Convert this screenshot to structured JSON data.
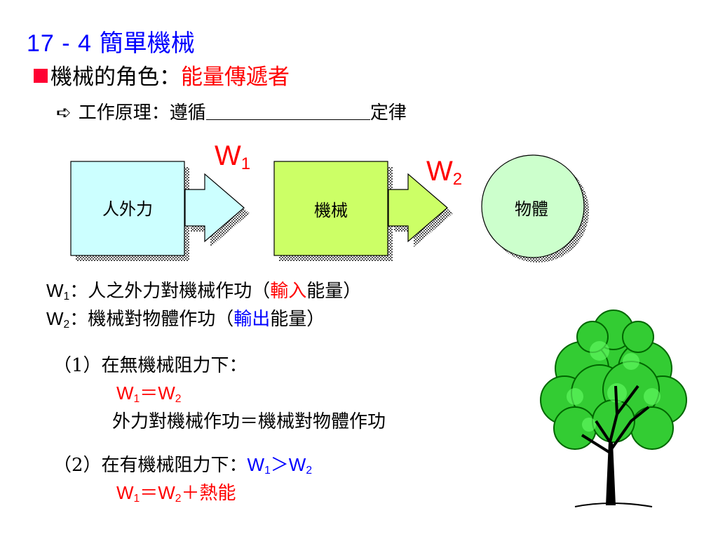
{
  "title": {
    "number": "17 - 4",
    "text": "簡單機械"
  },
  "bullet": {
    "label": "機械的角色：",
    "highlight": "能量傳遞者"
  },
  "principle": {
    "arrow": "➪",
    "before": "工作原理：遵循",
    "after": "定律"
  },
  "diagram": {
    "box1": "人外力",
    "box2": "機械",
    "circle": "物體",
    "w1": {
      "main": "W",
      "sub": "1"
    },
    "w2": {
      "main": "W",
      "sub": "2"
    }
  },
  "definitions": {
    "w1": {
      "var": "W",
      "sub": "1",
      "text1": "：人之外力對機械作功（",
      "highlight": "輸入",
      "text2": "能量）"
    },
    "w2": {
      "var": "W",
      "sub": "2",
      "text1": "：機械對物體作功（",
      "highlight": "輸出",
      "text2": "能量）"
    }
  },
  "case1": {
    "label": "（1）在無機械阻力下：",
    "eq": {
      "a": "W",
      "a_sub": "1",
      "op": "＝",
      "b": "W",
      "b_sub": "2"
    },
    "desc": "外力對機械作功＝機械對物體作功"
  },
  "case2": {
    "label": "（2）在有機械阻力下：",
    "ineq": {
      "a": "W",
      "a_sub": "1",
      "op": "＞",
      "b": "W",
      "b_sub": "2"
    },
    "eq": {
      "a": "W",
      "a_sub": "1",
      "op": "＝",
      "b": "W",
      "b_sub": "2",
      "plus": "＋熱能"
    }
  },
  "colors": {
    "title": "#0000ff",
    "highlight_red": "#ff0000",
    "highlight_blue": "#0000ff",
    "box1_fill": "#ccffff",
    "box2_fill": "#ccff66",
    "circle_fill": "#ccffcc"
  },
  "illustration": {
    "icon": "tree-icon"
  }
}
